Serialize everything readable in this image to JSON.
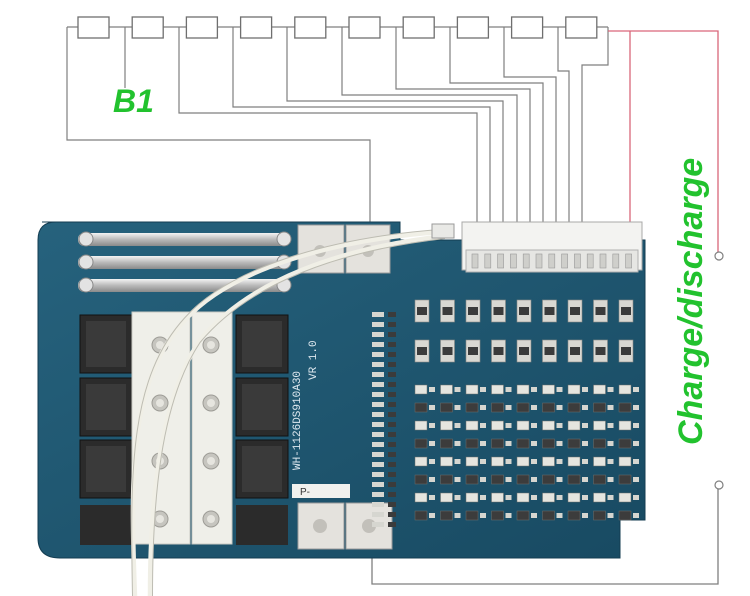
{
  "labels": {
    "b1": "B1",
    "charge_discharge": "Charge/discharge"
  },
  "board": {
    "model_text": "WH-1126DS910A30",
    "version_text": "VR 1.0",
    "pad_label": "P-"
  },
  "colors": {
    "label_green": "#22c22e",
    "wire_gray": "#7f7f7f",
    "wire_red": "#d9667a",
    "pcb_blue": "#1f5670",
    "heatsink": "#efefe9"
  },
  "cells": {
    "count": 10
  },
  "icons": [
    "battery-cell-icon",
    "terminal-circle-icon"
  ]
}
